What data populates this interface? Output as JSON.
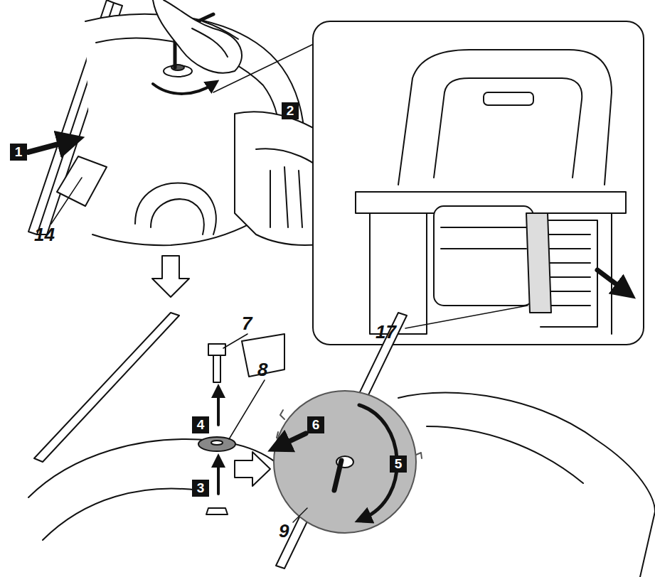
{
  "diagram": {
    "nodes": [
      {
        "text": [
          "1"
        ]
      },
      {
        "text": [
          "2"
        ]
      },
      {
        "text": [
          "3"
        ]
      },
      {
        "text": [
          "4"
        ]
      },
      {
        "text": [
          "5"
        ]
      },
      {
        "text": [
          "6"
        ]
      }
    ],
    "labels": [
      "14",
      "17",
      "7",
      "8",
      "9"
    ]
  }
}
